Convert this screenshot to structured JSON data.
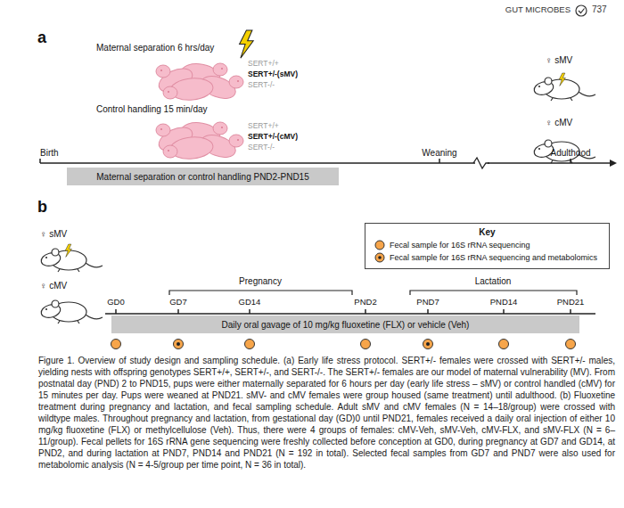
{
  "diagram": {
    "caption": "Figure 1. Overview of study design and sampling schedule. (a) Early life stress protocol. SERT+/- females were crossed with SERT+/- males, yielding nests with offspring genotypes SERT+/+, SERT+/-, and SERT-/-. The SERT+/- females are our model of maternal vulnerability (MV). From postnatal day (PND) 2 to PND15, pups were either maternally separated for 6 hours per day (early life stress – sMV) or control handled (cMV) for 15 minutes per day. Pups were weaned at PND21. sMV- and cMV females were group housed (same treatment) until adulthood. (b) Fluoxetine treatment during pregnancy and lactation, and fecal sampling schedule. Adult sMV and cMV females (N = 14–18/group) were crossed with wildtype males. Throughout pregnancy and lactation, from gestational day (GD)0 until PND21, females received a daily oral injection of either 10 mg/kg fluoxetine (FLX) or methylcellulose (Veh). Thus, there were 4 groups of females: cMV-Veh, sMV-Veh, cMV-FLX, and sMV-FLX (N = 6–11/group). Fecal pellets for 16S rRNA gene sequencing were freshly collected before conception at GD0, during pregnancy at GD7 and GD14, at PND2, and during lactation at PND7, PND14 and PND21 (N = 192 in total). Selected fecal samples from GD7 and PND7 were also used for metabolomic analysis (N = 4-5/group per time point, N = 36 in total).",
    "nodes": [
      {
        "text": [
          "Maternal separation or control handling PND2-PND15"
        ]
      },
      {
        "text": [
          "Key"
        ]
      },
      {
        "text": [
          "Daily oral gavage of 10 mg/kg fluoxetine (FLX) or vehicle (Veh)"
        ]
      }
    ],
    "labels": [
      "GUT MICROBES",
      "737",
      "a",
      "Maternal separation 6 hrs/day",
      "SERT+/+",
      "SERT+/-(sMV)",
      "SERT-/-",
      "♀ sMV",
      "Control handling 15 min/day",
      "SERT+/+",
      "SERT+/-(cMV)",
      "SERT-/-",
      "♀ cMV",
      "Birth",
      "Weaning",
      "Adulthood",
      "b",
      "♀ sMV",
      "♀ cMV",
      "Pregnancy",
      "Lactation",
      "GD0",
      "GD7",
      "GD14",
      "PND2",
      "PND7",
      "PND14",
      "PND21"
    ],
    "legend": [
      {
        "text": "Fecal sample for 16S rRNA sequencing",
        "color": "#f7a54a"
      },
      {
        "text": "Fecal sample for 16S rRNA sequencing and metabolomics"
      }
    ]
  }
}
